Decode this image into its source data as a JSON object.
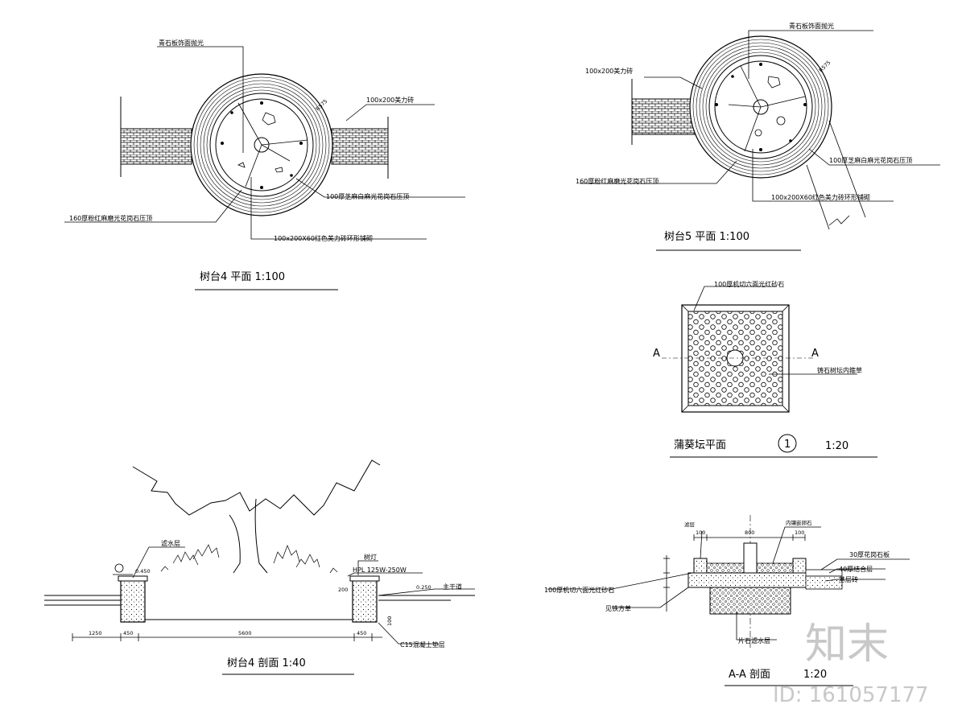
{
  "plan4": {
    "title": "树台4 平面 1:100",
    "label_top": "青石板饰面抛光",
    "label_brick": "100x200美力砖",
    "label_100thick": "100厚芝麻白麻光花岗石压顶",
    "label_160thick": "160厚粉红麻磨光花岗石压顶",
    "label_paving": "100x200X60红色美力砖环形铺砌",
    "radius": "R575"
  },
  "plan5": {
    "title": "树台5 平面 1:100",
    "label_top": "青石板饰面抛光",
    "label_brick": "100x200美力砖",
    "label_160thick": "160厚粉红麻磨光花岗石压顶",
    "label_100thick": "100厚芝麻白麻光花岗石压顶",
    "label_paving": "100x200X60红色美力砖环形铺砌",
    "radius": "R575"
  },
  "grate": {
    "title": "蒲葵坛平面",
    "circle_num": "1",
    "scale": "1:20",
    "label_top": "100厚机切六面光红砂石",
    "label_right": "铸石树坛内箍草",
    "section_left": "A",
    "section_right": "A"
  },
  "section4": {
    "title": "树台4 剖面 1:40",
    "label_drain": "滤水层",
    "label_lamp": "树灯",
    "label_hpl": "HPL 125W-250W",
    "label_road": "主干道",
    "label_conc": "C15混凝土垫层",
    "level_left": "0.450",
    "level_right": "0.250",
    "dim_200": "200",
    "dim_100": "100",
    "dims": [
      "1250",
      "450",
      "5600",
      "450"
    ]
  },
  "sectionAA": {
    "title": "A-A 剖面",
    "scale": "1:20",
    "label_drain": "滤层",
    "label_top_right": "内镶嵌卵石",
    "label_granite": "30厚花岗石板",
    "label_mortar": "40厚结合层",
    "label_sub": "基层砖",
    "label_sand": "100厚机切六面光红砂石",
    "label_grass": "见铁方草",
    "label_gravel": "片石滤水层",
    "dims_top": [
      "100",
      "800",
      "100"
    ]
  },
  "watermark": {
    "brand": "知末",
    "id": "ID: 161057177"
  }
}
